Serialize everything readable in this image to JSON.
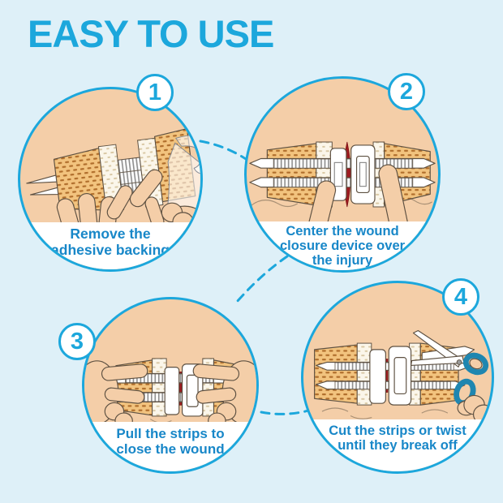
{
  "title": "EASY TO USE",
  "colors": {
    "background": "#DEF0F8",
    "accent": "#1CA7DC",
    "caption": "#1887C8",
    "skin": "#F4CEA8",
    "outline": "#5E5142",
    "pad": "#F2C37E",
    "padDash": "#B06E2C",
    "pale": "#FBF6EA",
    "paleDash": "#D9C8A4",
    "rung": "#8F8F8F",
    "wound": "#9E1B20",
    "scissorsHandle": "#1F86B0"
  },
  "steps": [
    {
      "number": "1",
      "caption_lines": [
        "Remove the",
        "adhesive backing"
      ],
      "illustration": "hands-peeling-adhesive-backing-from-wound-closure-device"
    },
    {
      "number": "2",
      "caption_lines": [
        "Center the wound",
        "closure device over",
        "the injury"
      ],
      "illustration": "fingers-centering-wound-closure-device-over-red-wound"
    },
    {
      "number": "3",
      "caption_lines": [
        "Pull the strips to",
        "close the wound"
      ],
      "illustration": "hands-pulling-strips-to-close-wound"
    },
    {
      "number": "4",
      "caption_lines": [
        "Cut the strips or twist",
        "until they break off"
      ],
      "illustration": "scissors-cutting-strips-off-device"
    }
  ]
}
